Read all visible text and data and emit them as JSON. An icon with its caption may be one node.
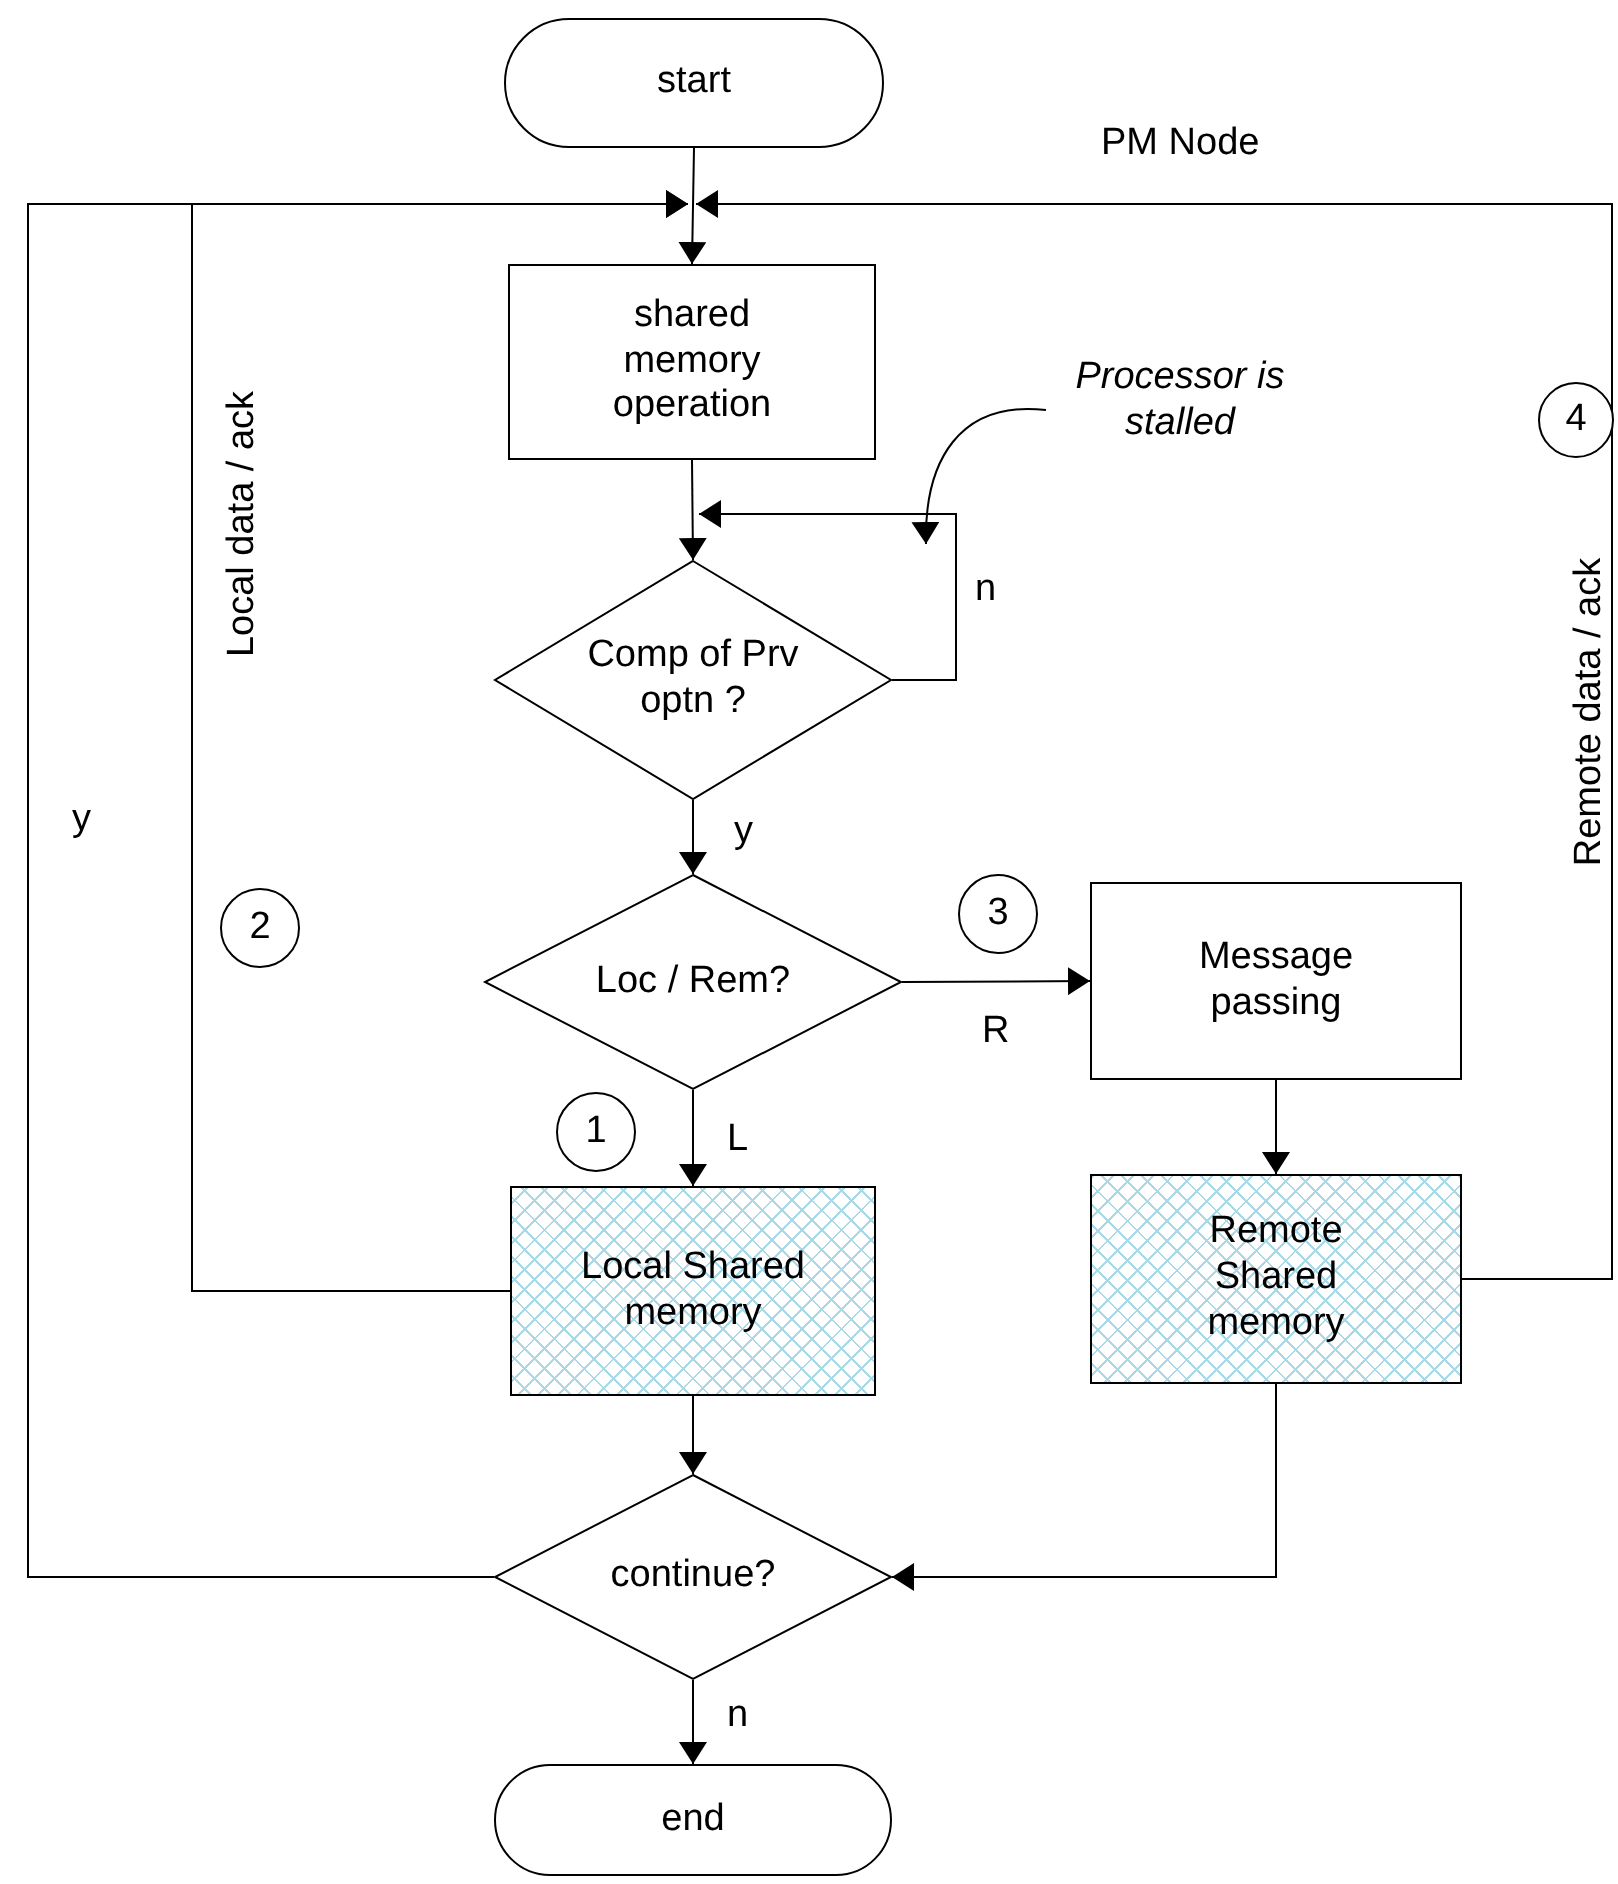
{
  "diagram": {
    "nodes": [
      {
        "text": [
          "start"
        ]
      },
      {
        "text": [
          "shared memory operation"
        ]
      },
      {
        "text": [
          "Comp of Prv optn ?"
        ]
      },
      {
        "text": [
          "Loc / Rem?"
        ]
      },
      {
        "text": [
          "Message passing"
        ]
      },
      {
        "text": [
          "Local Shared memory"
        ]
      },
      {
        "text": [
          "Remote Shared memory"
        ]
      },
      {
        "text": [
          "continue?"
        ]
      },
      {
        "text": [
          "end"
        ]
      },
      {
        "text": [
          "Processor is stalled"
        ]
      },
      {
        "text": [
          "4"
        ]
      },
      {
        "text": [
          "2"
        ]
      },
      {
        "text": [
          "3"
        ]
      },
      {
        "text": [
          "1"
        ]
      }
    ],
    "edges": [
      {
        "from": 0,
        "to": 1,
        "arrow": "to"
      },
      {
        "from": 1,
        "to": 2,
        "arrow": "to"
      },
      {
        "from": 2,
        "to": 2,
        "arrow": "to",
        "label": "n"
      },
      {
        "from": 2,
        "to": 3,
        "arrow": "to",
        "label": "y"
      },
      {
        "from": 3,
        "to": 4,
        "arrow": "to",
        "label": "R"
      },
      {
        "from": 3,
        "to": 5,
        "arrow": "to",
        "label": "L"
      },
      {
        "from": 4,
        "to": 6,
        "arrow": "to"
      },
      {
        "from": 5,
        "to": 7,
        "arrow": "to"
      },
      {
        "from": 6,
        "to": 7,
        "arrow": "to"
      },
      {
        "from": 7,
        "to": 8,
        "arrow": "to",
        "label": "n"
      },
      {
        "from": 7,
        "to": 1,
        "arrow": "to",
        "label": "y"
      },
      {
        "from": 5,
        "to": 1,
        "arrow": "to",
        "label": "Local data / ack"
      },
      {
        "from": 6,
        "to": 1,
        "arrow": "to",
        "label": "Remote data / ack"
      },
      {
        "from": 9,
        "to": null,
        "arrow": "to"
      }
    ],
    "labels": [
      "PM Node"
    ]
  }
}
